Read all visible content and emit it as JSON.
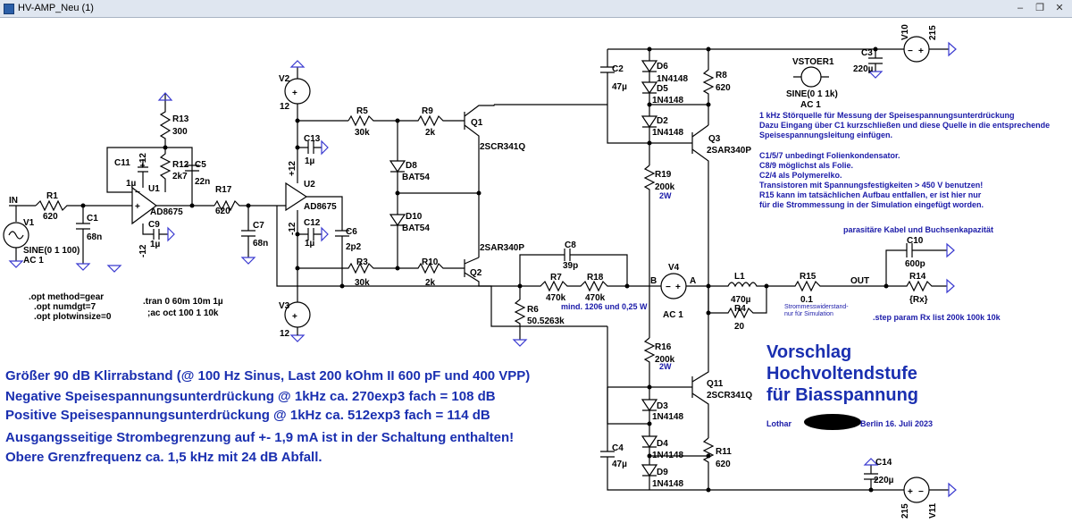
{
  "window": {
    "title": "HV-AMP_Neu (1)"
  },
  "components": {
    "v1": {
      "name": "V1",
      "value1": "SINE(0 1 100)",
      "value2": "AC 1"
    },
    "v2": {
      "name": "V2",
      "value": "12"
    },
    "v3": {
      "name": "V3",
      "value": "12"
    },
    "v4": {
      "name": "V4",
      "value": "AC 1"
    },
    "v10": {
      "name": "V10",
      "value": "215"
    },
    "v11": {
      "name": "V11",
      "value": "215"
    },
    "vstoer": {
      "name": "VSTOER1",
      "value1": "SINE(0 1 1k)",
      "value2": "AC 1"
    },
    "r1": {
      "name": "R1",
      "value": "620"
    },
    "r3": {
      "name": "R3",
      "value": "30k"
    },
    "r4": {
      "name": "R4",
      "value": "20"
    },
    "r5": {
      "name": "R5",
      "value": "30k"
    },
    "r6": {
      "name": "R6",
      "value": "50.5263k"
    },
    "r7": {
      "name": "R7",
      "value": "470k"
    },
    "r8": {
      "name": "R8",
      "value": "620"
    },
    "r9": {
      "name": "R9",
      "value": "2k"
    },
    "r10": {
      "name": "R10",
      "value": "2k"
    },
    "r11": {
      "name": "R11",
      "value": "620"
    },
    "r12": {
      "name": "R12",
      "value": "2k7"
    },
    "r13": {
      "name": "R13",
      "value": "300"
    },
    "r14": {
      "name": "R14",
      "value": "{Rx}"
    },
    "r15": {
      "name": "R15",
      "value": "0.1"
    },
    "r16": {
      "name": "R16",
      "value": "200k",
      "power": "2W"
    },
    "r17": {
      "name": "R17",
      "value": "620"
    },
    "r18": {
      "name": "R18",
      "value": "470k"
    },
    "r19": {
      "name": "R19",
      "value": "200k",
      "power": "2W"
    },
    "c1": {
      "name": "C1",
      "value": "68n"
    },
    "c2": {
      "name": "C2",
      "value": "47µ"
    },
    "c3": {
      "name": "C3",
      "value": "220µ"
    },
    "c4": {
      "name": "C4",
      "value": "47µ"
    },
    "c5": {
      "name": "C5",
      "value": "22n"
    },
    "c6": {
      "name": "C6",
      "value": "2p2"
    },
    "c7": {
      "name": "C7",
      "value": "68n"
    },
    "c8": {
      "name": "C8",
      "value": "39p"
    },
    "c9": {
      "name": "C9",
      "value": "1µ"
    },
    "c10": {
      "name": "C10",
      "value": "600p"
    },
    "c11": {
      "name": "C11",
      "value": "1µ"
    },
    "c12": {
      "name": "C12",
      "value": "1µ"
    },
    "c13": {
      "name": "C13",
      "value": "1µ"
    },
    "c14": {
      "name": "C14",
      "value": "220µ"
    },
    "l1": {
      "name": "L1",
      "value": "470µ"
    },
    "u1": {
      "name": "U1",
      "value": "AD8675"
    },
    "u2": {
      "name": "U2",
      "value": "AD8675"
    },
    "d2": {
      "name": "D2",
      "value": "1N4148"
    },
    "d3": {
      "name": "D3",
      "value": "1N4148"
    },
    "d4": {
      "name": "D4",
      "value": "1N4148"
    },
    "d5": {
      "name": "D5",
      "value": "1N4148"
    },
    "d6": {
      "name": "D6",
      "value": "1N4148"
    },
    "d9": {
      "name": "D9",
      "value": "1N4148"
    },
    "d8": {
      "name": "D8",
      "value": "BAT54"
    },
    "d10": {
      "name": "D10",
      "value": "BAT54"
    },
    "q1": {
      "name": "Q1",
      "value": "2SCR341Q"
    },
    "q2": {
      "name": "Q2",
      "value": "2SAR340P"
    },
    "q3": {
      "name": "Q3",
      "value": "2SAR340P"
    },
    "q11": {
      "name": "Q11",
      "value": "2SCR341Q"
    }
  },
  "supply_labels": {
    "pos12": "+12",
    "neg12": "-12"
  },
  "nets": {
    "in": "IN",
    "out": "OUT",
    "a": "A",
    "b": "B"
  },
  "directives": {
    "opt1": ".opt method=gear",
    "opt2": ".opt numdgt=7",
    "opt3": ".opt plotwinsize=0",
    "tran": ".tran 0 60m 10m 1µ",
    "ac": ";ac oct 100 1 10k",
    "step": ".step param Rx list 200k 100k 10k"
  },
  "notes": {
    "r7_note": "mind. 1206 und 0,25 W",
    "r15_note1": "Strommesswiderstand-",
    "r15_note2": "nur  für Simulation",
    "parasitic": "parasitäre Kabel und Buchsenkapazität",
    "right_block": [
      "1 kHz Störquelle für Messung der Speisespannungsunterdrückung",
      "Dazu Eingang über C1 kurzschließen und diese Quelle in die entsprechende",
      "Speisespannungsleitung einfügen.",
      "",
      "C1/5/7 unbedingt Folienkondensator.",
      "C8/9 möglichst als Folie.",
      "C2/4 als Polymerelko.",
      "Transistoren mit Spannungsfestigkeiten > 450 V benutzen!",
      "R15 kann im tatsächlichen Aufbau entfallen, er ist hier nur",
      "für die Strommessung in der Simulation eingefügt worden."
    ]
  },
  "summary": [
    "Größer 90 dB Klirrabstand (@ 100 Hz Sinus, Last 200 kOhm II 600 pF und 400 VPP)",
    "Negative Speisespannungsunterdrückung @ 1kHz ca. 270exp3 fach = 108 dB",
    "Positive Speisespannungsunterdrückung @ 1kHz ca. 512exp3 fach = 114 dB",
    "Ausgangsseitige Strombegrenzung auf +- 1,9 mA ist in der Schaltung enthalten!",
    "Obere Grenzfrequenz ca. 1,5  kHz mit 24 dB Abfall."
  ],
  "title_block": {
    "line1": "Vorschlag",
    "line2": "Hochvoltendstufe",
    "line3": "für Biasspannung",
    "author": "Lothar",
    "place_date": "Berlin 16. Juli 2023"
  }
}
